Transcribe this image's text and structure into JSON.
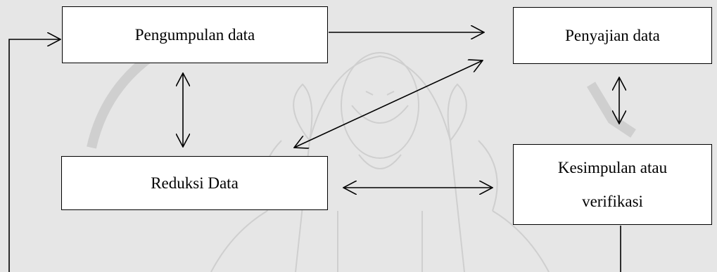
{
  "diagram": {
    "nodes": {
      "data_collection": "Pengumpulan data",
      "data_display": "Penyajian data",
      "data_reduction": "Reduksi Data",
      "conclusion_line1": "Kesimpulan atau",
      "conclusion_line2": "verifikasi"
    },
    "edges": [
      {
        "from": "data_collection",
        "to": "data_display",
        "direction": "one-way"
      },
      {
        "from": "data_collection",
        "to": "data_reduction",
        "direction": "two-way"
      },
      {
        "from": "data_display",
        "to": "conclusion",
        "direction": "two-way"
      },
      {
        "from": "data_reduction",
        "to": "conclusion",
        "direction": "two-way"
      },
      {
        "from": "data_reduction",
        "to": "data_display",
        "direction": "two-way"
      },
      {
        "from": "conclusion",
        "to": "data_collection",
        "direction": "one-way",
        "route": "loop-back"
      }
    ]
  },
  "colors": {
    "background": "#e6e6e6",
    "box_fill": "#ffffff",
    "stroke": "#000000",
    "watermark": "#cfcfcf"
  }
}
